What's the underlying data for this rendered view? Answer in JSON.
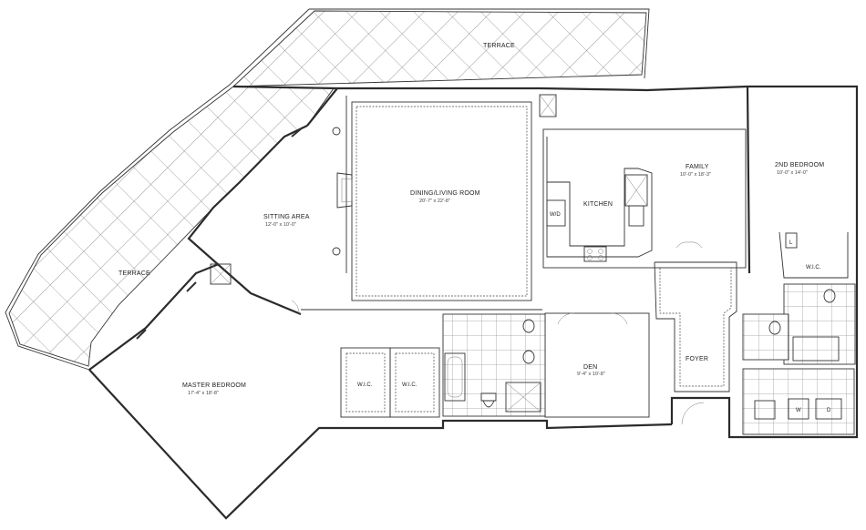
{
  "labels": {
    "terrace_top": "TERRACE",
    "terrace_left": "TERRACE",
    "dining": "DINING/LIVING ROOM",
    "dining_dim": "20'-7\" x 22'-8\"",
    "sitting": "SITTING AREA",
    "sitting_dim": "12'-0\" x 10'-0\"",
    "kitchen": "KITCHEN",
    "wd": "W/D",
    "family": "FAMILY",
    "family_dim": "10'-0\" x 18'-3\"",
    "bedroom2": "2ND BEDROOM",
    "bedroom2_dim": "10'-0\" x 14'-0\"",
    "wic_small": "W.I.C.",
    "l": "L",
    "master": "MASTER BEDROOM",
    "master_dim": "17'-4\" x 18'-8\"",
    "wic1": "W.I.C.",
    "wic2": "W.I.C.",
    "den": "DEN",
    "den_dim": "9'-4\" x 10'-8\"",
    "foyer": "FOYER",
    "w": "W",
    "d": "D"
  }
}
